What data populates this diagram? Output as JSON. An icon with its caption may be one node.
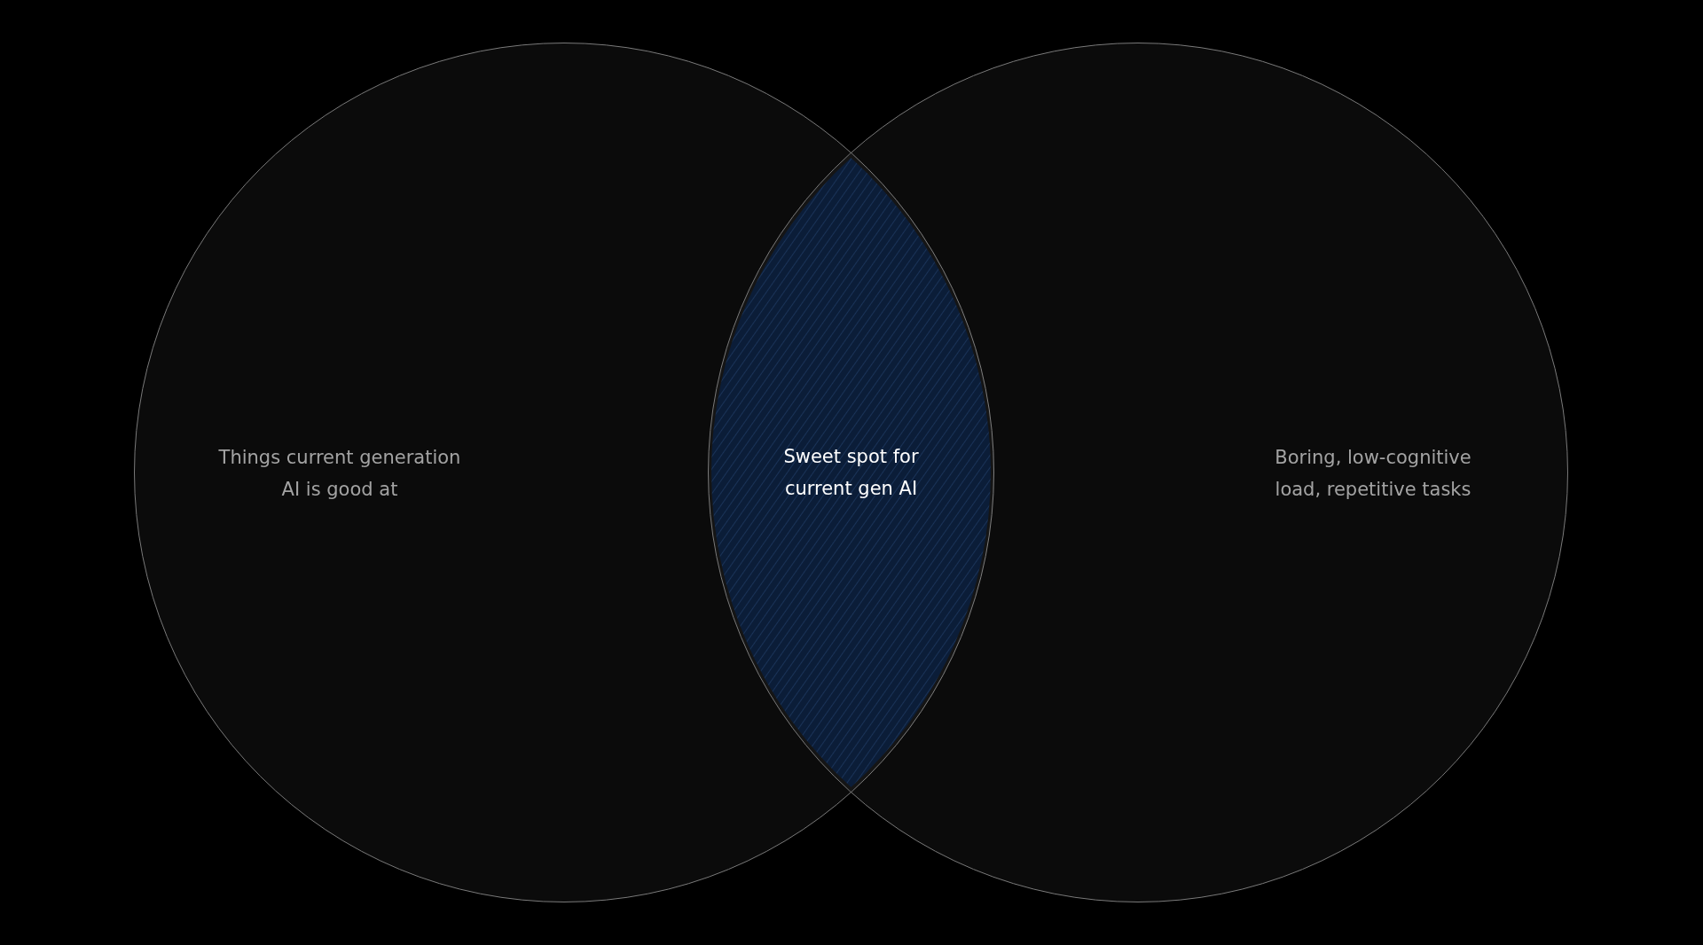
{
  "diagram": {
    "nodes": [
      {
        "text": [
          "Things current generation AI is good at"
        ]
      },
      {
        "text": [
          "Sweet spot for current gen AI"
        ]
      },
      {
        "text": [
          "Boring, low-cognitive load, repetitive tasks"
        ]
      }
    ]
  }
}
